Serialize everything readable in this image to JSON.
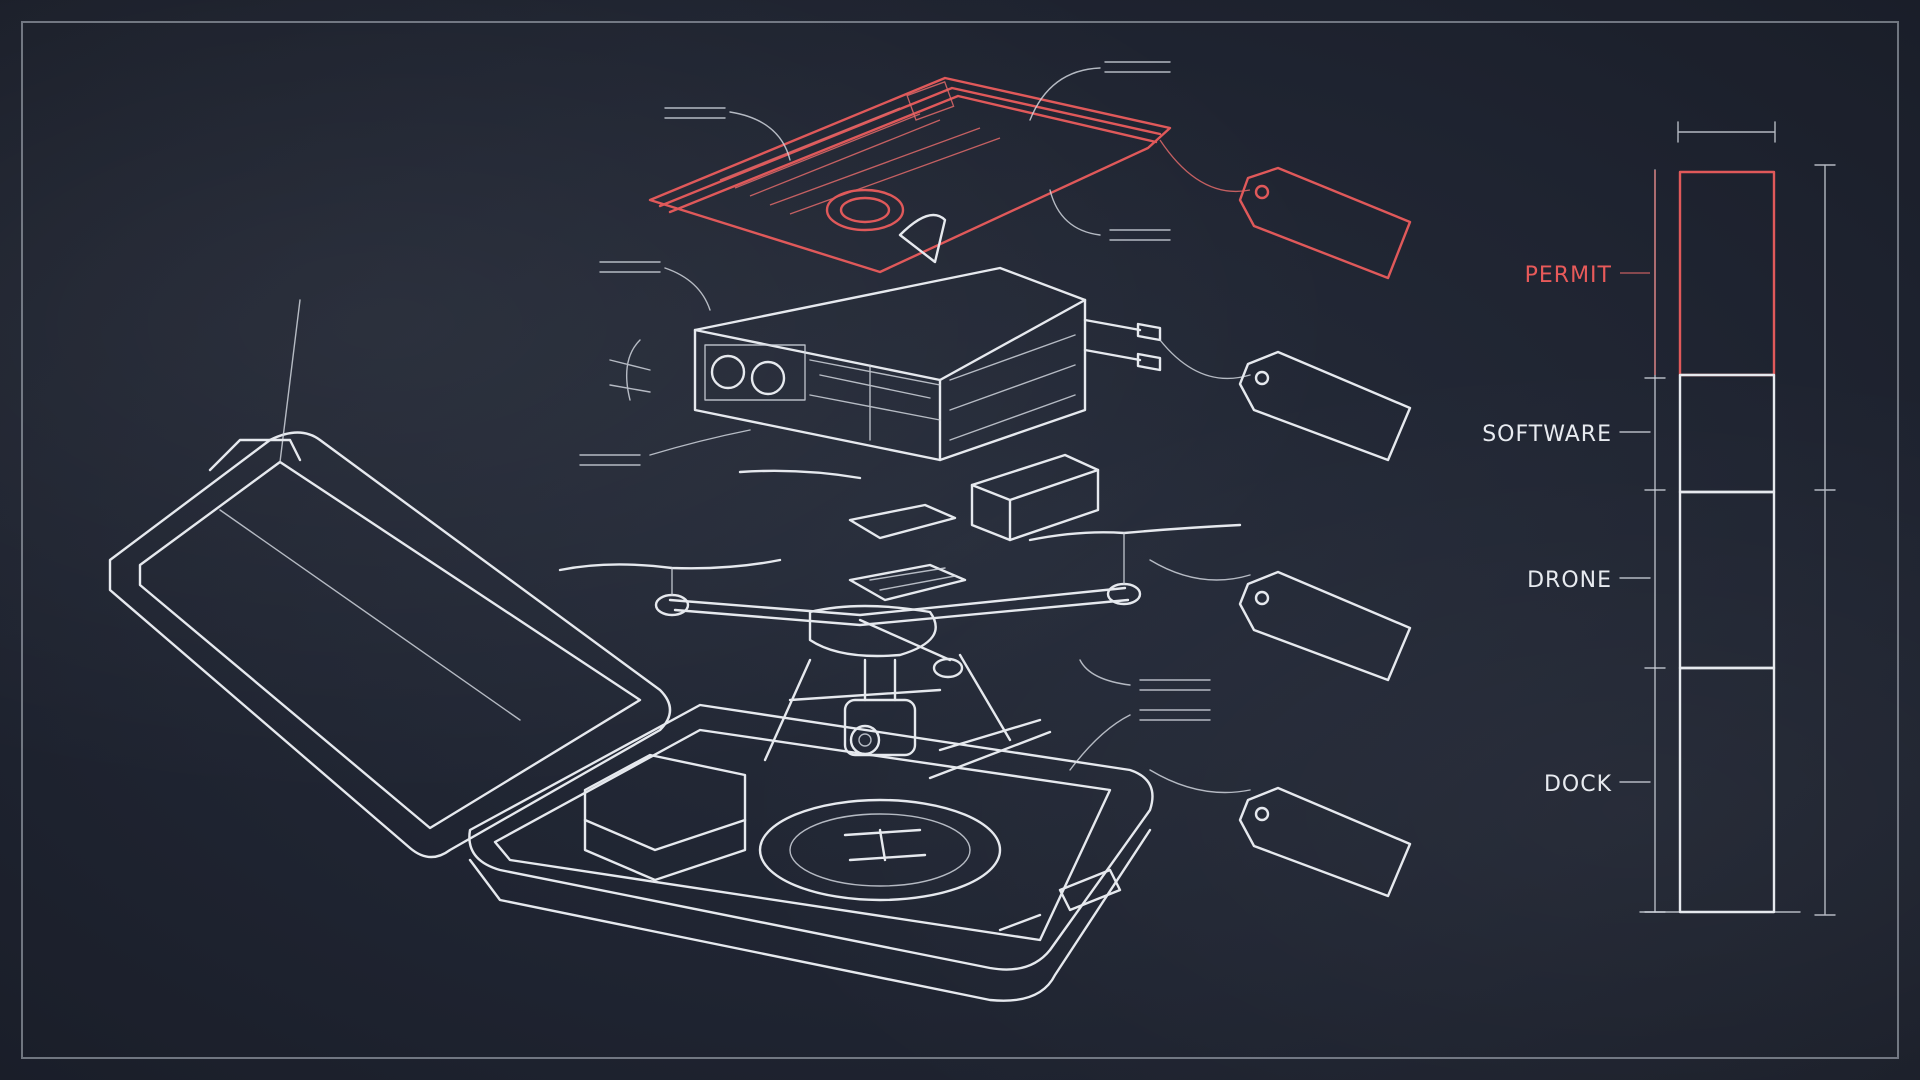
{
  "stack_bar": {
    "segments": [
      {
        "label": "PERMIT",
        "color": "#e0595a",
        "highlight": true
      },
      {
        "label": "SOFTWARE",
        "color": "#cfd4dc",
        "highlight": false
      },
      {
        "label": "DRONE",
        "color": "#cfd4dc",
        "highlight": false
      },
      {
        "label": "DOCK",
        "color": "#cfd4dc",
        "highlight": false
      }
    ]
  },
  "colors": {
    "background": "#1f2431",
    "chalk": "#e6e9ee",
    "accent_red": "#e0595a"
  },
  "icons": [
    "permit-document-icon",
    "server-rack-icon",
    "battery-icon",
    "drone-icon",
    "camera-gimbal-icon",
    "dock-case-icon",
    "tag-icon"
  ]
}
